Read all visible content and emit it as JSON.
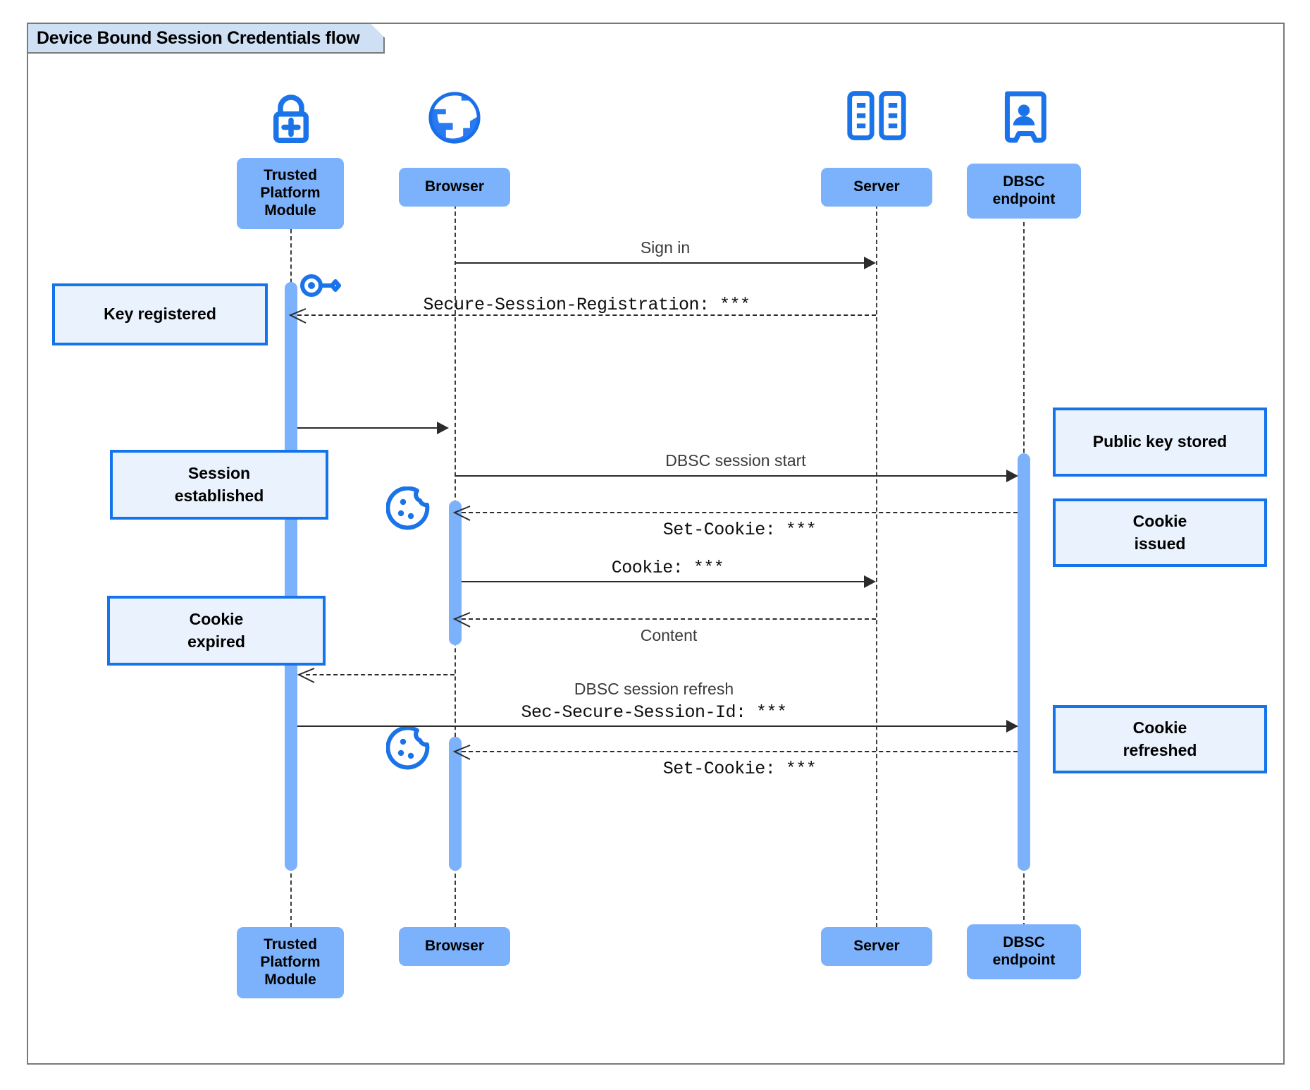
{
  "diagram": {
    "title": "Device Bound Session Credentials flow",
    "type": "uml-sequence-diagram",
    "colors": {
      "participant_fill": "#7cb2fb",
      "icon_blue": "#1a73e8",
      "note_fill": "#eaf2fd",
      "note_border": "#1374ec",
      "frame_border": "#7a7a7a",
      "title_fill": "#cfe0f5",
      "line": "#2b2b2b"
    }
  },
  "participants": [
    {
      "id": "tpm",
      "label": "Trusted\nPlatform\nModule",
      "label_lines": [
        "Trusted",
        "Platform",
        "Module"
      ],
      "icon": "lock-plus-icon"
    },
    {
      "id": "browser",
      "label": "Browser",
      "label_lines": [
        "Browser"
      ],
      "icon": "globe-icon"
    },
    {
      "id": "server",
      "label": "Server",
      "label_lines": [
        "Server"
      ],
      "icon": "server-rack-icon"
    },
    {
      "id": "dbsc",
      "label": "DBSC\nendpoint",
      "label_lines": [
        "DBSC",
        "endpoint"
      ],
      "icon": "id-badge-icon"
    }
  ],
  "messages": [
    {
      "id": "m1",
      "from": "browser",
      "to": "server",
      "text": "Sign in",
      "style": "sans",
      "line": "solid",
      "dir": "right"
    },
    {
      "id": "m2",
      "from": "server",
      "to": "tpm",
      "text": "Secure-Session-Registration: ***",
      "style": "mono",
      "line": "dashed",
      "dir": "left"
    },
    {
      "id": "m3",
      "from": "tpm",
      "to": "browser",
      "text": "",
      "style": "sans",
      "line": "solid",
      "dir": "right"
    },
    {
      "id": "m4",
      "from": "browser",
      "to": "dbsc",
      "text": "DBSC session start",
      "style": "sans",
      "line": "solid",
      "dir": "right"
    },
    {
      "id": "m5",
      "from": "dbsc",
      "to": "browser",
      "text": "Set-Cookie: ***",
      "style": "mono",
      "line": "dashed",
      "dir": "left"
    },
    {
      "id": "m6",
      "from": "browser",
      "to": "server",
      "text": "Cookie: ***",
      "style": "mono",
      "line": "solid",
      "dir": "right"
    },
    {
      "id": "m7",
      "from": "server",
      "to": "browser",
      "text": "Content",
      "style": "sans",
      "line": "dashed",
      "dir": "left"
    },
    {
      "id": "m8",
      "from": "browser",
      "to": "tpm",
      "text": "",
      "style": "sans",
      "line": "dashed",
      "dir": "left"
    },
    {
      "id": "m9",
      "from": "tpm",
      "to": "dbsc",
      "text": "DBSC session refresh",
      "text2": "Sec-Secure-Session-Id: ***",
      "style": "sans",
      "line": "solid",
      "dir": "right"
    },
    {
      "id": "m10",
      "from": "dbsc",
      "to": "browser",
      "text": "Set-Cookie: ***",
      "style": "mono",
      "line": "dashed",
      "dir": "left"
    }
  ],
  "notes": [
    {
      "id": "n1",
      "text": "Key registered",
      "lines": [
        "Key registered"
      ],
      "side": "left",
      "anchor": "tpm"
    },
    {
      "id": "n2",
      "text": "Session established",
      "lines": [
        "Session",
        "established"
      ],
      "side": "left",
      "anchor": "tpm"
    },
    {
      "id": "n3",
      "text": "Cookie expired",
      "lines": [
        "Cookie",
        "expired"
      ],
      "side": "left",
      "anchor": "tpm"
    },
    {
      "id": "n4",
      "text": "Public key stored",
      "lines": [
        "Public key stored"
      ],
      "side": "right",
      "anchor": "dbsc"
    },
    {
      "id": "n5",
      "text": "Cookie issued",
      "lines": [
        "Cookie",
        "issued"
      ],
      "side": "right",
      "anchor": "dbsc"
    },
    {
      "id": "n6",
      "text": "Cookie refreshed",
      "lines": [
        "Cookie",
        "refreshed"
      ],
      "side": "right",
      "anchor": "dbsc"
    }
  ],
  "inline_icons": [
    {
      "id": "key",
      "name": "key-icon",
      "near": "tpm"
    },
    {
      "id": "cookie1",
      "name": "cookie-icon",
      "near": "browser"
    },
    {
      "id": "cookie2",
      "name": "cookie-icon",
      "near": "browser"
    }
  ]
}
